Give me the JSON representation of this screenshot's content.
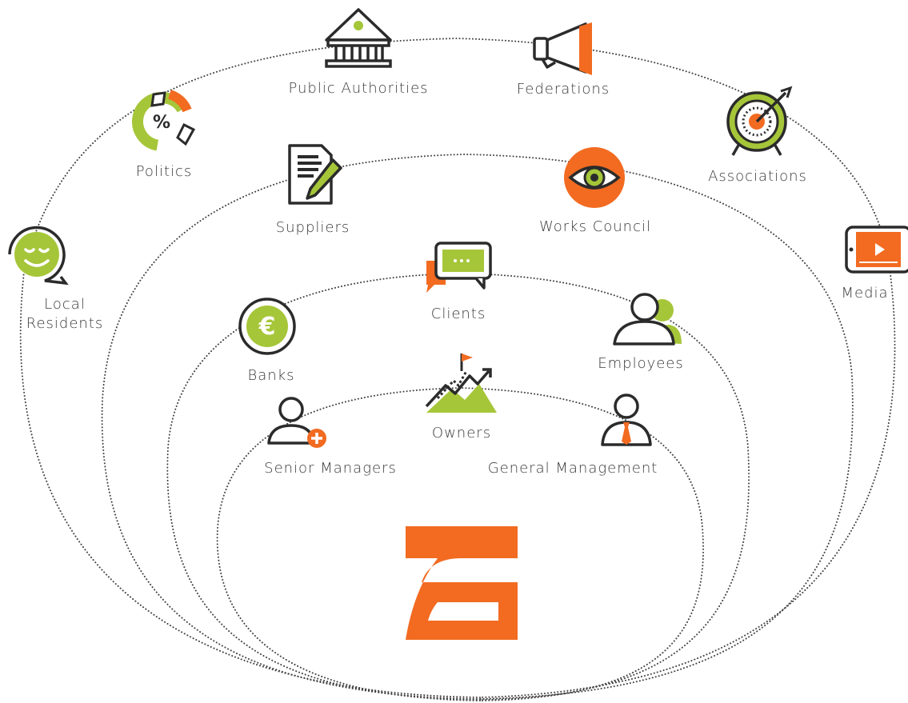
{
  "colors": {
    "orange": "#f26b21",
    "green": "#a6c639",
    "dark": "#2b2b2b",
    "dots": "#444444"
  },
  "stakeholders": {
    "public_authorities": {
      "label": "Public Authorities",
      "icon": "government-building-icon"
    },
    "federations": {
      "label": "Federations",
      "icon": "megaphone-icon"
    },
    "politics": {
      "label": "Politics",
      "icon": "percentage-chart-icon"
    },
    "associations": {
      "label": "Associations",
      "icon": "target-icon"
    },
    "suppliers": {
      "label": "Suppliers",
      "icon": "document-pen-icon"
    },
    "works_council": {
      "label": "Works Council",
      "icon": "eye-icon"
    },
    "local_residents": {
      "label_line1": "Local",
      "label_line2": "Residents",
      "icon": "smiley-speech-bubble-icon"
    },
    "media": {
      "label": "Media",
      "icon": "video-tablet-icon"
    },
    "clients": {
      "label": "Clients",
      "icon": "chat-bubbles-icon"
    },
    "banks": {
      "label": "Banks",
      "icon": "euro-coin-icon"
    },
    "employees": {
      "label": "Employees",
      "icon": "people-icon"
    },
    "owners": {
      "label": "Owners",
      "icon": "mountain-flag-chart-icon"
    },
    "senior_managers": {
      "label": "Senior Managers",
      "icon": "person-plus-icon"
    },
    "general_management": {
      "label": "General Management",
      "icon": "person-tie-icon"
    }
  },
  "center_logo": {
    "icon": "company-logo-icon"
  }
}
